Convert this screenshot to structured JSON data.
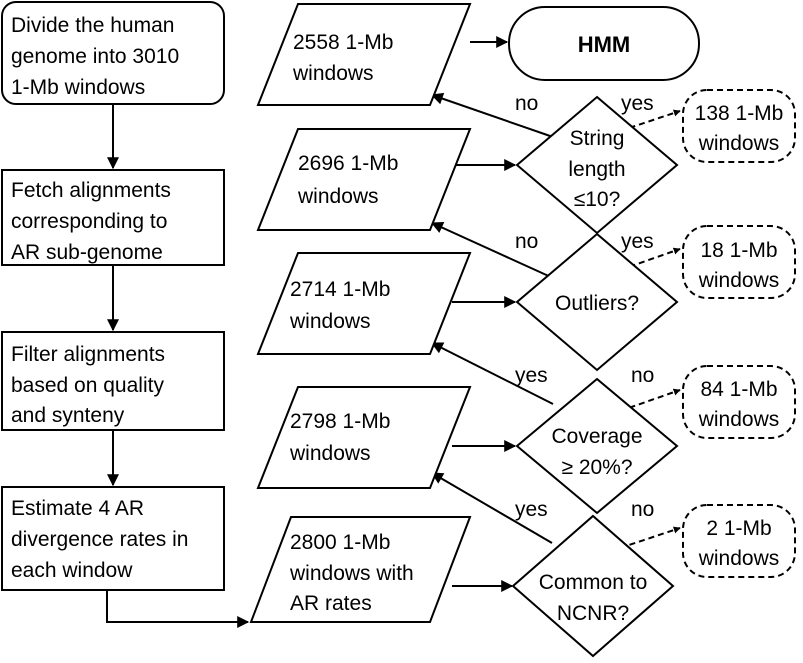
{
  "steps": [
    {
      "lines": [
        "Divide the human",
        "genome into 3010",
        "1-Mb windows"
      ]
    },
    {
      "lines": [
        "Fetch alignments",
        "corresponding to",
        "AR sub-genome"
      ]
    },
    {
      "lines": [
        "Filter alignments",
        "based on quality",
        "and synteny"
      ]
    },
    {
      "lines": [
        "Estimate 4 AR",
        "divergence rates in",
        "each window"
      ]
    }
  ],
  "datasets": [
    {
      "lines": [
        "2558 1-Mb",
        "windows"
      ]
    },
    {
      "lines": [
        "2696 1-Mb",
        "windows"
      ]
    },
    {
      "lines": [
        "2714 1-Mb",
        "windows"
      ]
    },
    {
      "lines": [
        "2798 1-Mb",
        "windows"
      ]
    },
    {
      "lines": [
        "2800 1-Mb",
        "windows with",
        "AR rates"
      ]
    }
  ],
  "hmm": {
    "label": "HMM"
  },
  "decisions": [
    {
      "lines": [
        "String",
        "length",
        "≤10?"
      ]
    },
    {
      "lines": [
        "Outliers?"
      ]
    },
    {
      "lines": [
        "Coverage",
        "≥ 20%?"
      ]
    },
    {
      "lines": [
        "Common to",
        "NCNR?"
      ]
    }
  ],
  "removed": [
    {
      "lines": [
        "138 1-Mb",
        "windows"
      ]
    },
    {
      "lines": [
        "18 1-Mb",
        "windows"
      ]
    },
    {
      "lines": [
        "84 1-Mb",
        "windows"
      ]
    },
    {
      "lines": [
        "2 1-Mb",
        "windows"
      ]
    }
  ],
  "edge_labels": {
    "d0_keep": "no",
    "d0_drop": "yes",
    "d1_keep": "no",
    "d1_drop": "yes",
    "d2_keep": "yes",
    "d2_drop": "no",
    "d3_keep": "yes",
    "d3_drop": "no"
  }
}
